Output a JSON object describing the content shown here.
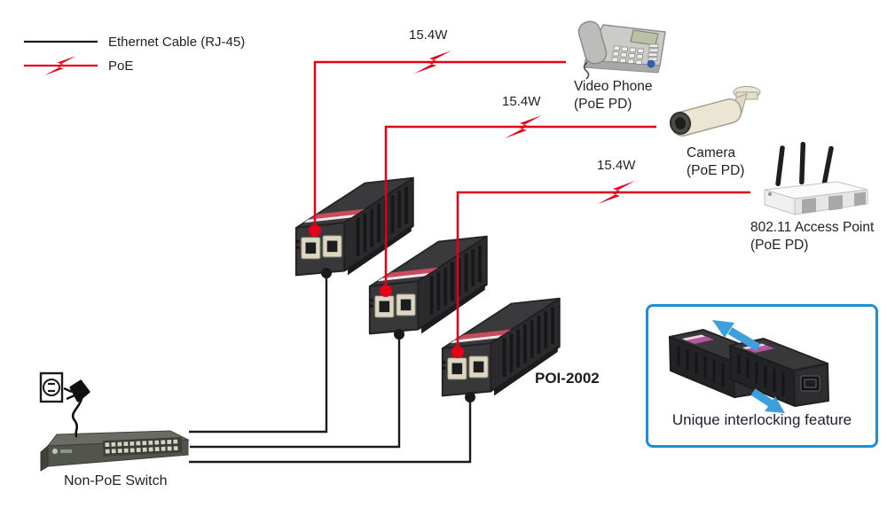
{
  "legend": {
    "ethernet": "Ethernet Cable (RJ-45)",
    "poe": "PoE"
  },
  "power_labels": [
    "15.4W",
    "15.4W",
    "15.4W"
  ],
  "devices": {
    "video_phone": {
      "name": "Video Phone",
      "pd": "(PoE PD)"
    },
    "camera": {
      "name": "Camera",
      "pd": "(PoE PD)"
    },
    "access_point": {
      "name": "802.11 Access Point",
      "pd": "(PoE PD)"
    },
    "switch": "Non-PoE Switch",
    "injector_model": "POI-2002"
  },
  "inset": {
    "caption": "Unique interlocking feature"
  },
  "colors": {
    "poe_red": "#e50019",
    "ethernet_black": "#1a1a1a",
    "inset_border_blue": "#1e8fd5",
    "arrow_blue": "#3da0dc",
    "injector_label_pink": "#c94b5e"
  }
}
